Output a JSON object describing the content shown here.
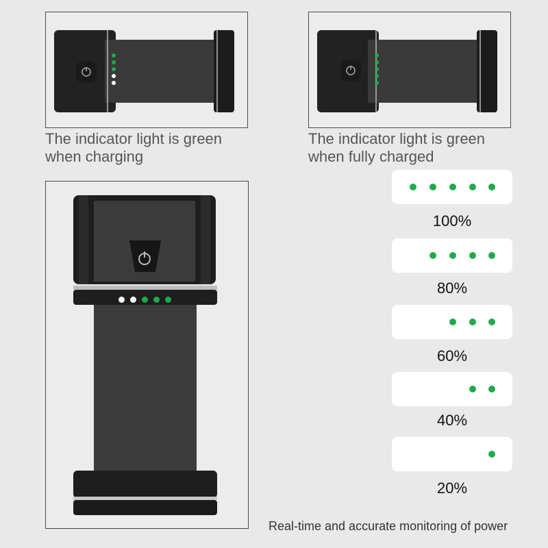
{
  "colors": {
    "background": "#e9e9e9",
    "indicator_green": "#1faa4a",
    "indicator_white": "#ffffff",
    "device_body": "#2e2e2e"
  },
  "panels": [
    {
      "caption": "The indicator light is green\nwhen charging",
      "indicator_lights": [
        "green",
        "green",
        "green",
        "white",
        "white"
      ]
    },
    {
      "caption": "The indicator light is green\nwhen fully charged",
      "indicator_lights": [
        "green",
        "green",
        "green",
        "green",
        "green"
      ]
    }
  ],
  "main_device": {
    "power_button": "power-icon",
    "indicator_lights": [
      "white",
      "white",
      "green",
      "green",
      "green"
    ]
  },
  "battery_levels": [
    {
      "label": "100%",
      "lit_dots": 5
    },
    {
      "label": "80%",
      "lit_dots": 4
    },
    {
      "label": "60%",
      "lit_dots": 3
    },
    {
      "label": "40%",
      "lit_dots": 2
    },
    {
      "label": "20%",
      "lit_dots": 1
    }
  ],
  "footer": "Real-time and accurate monitoring of power"
}
